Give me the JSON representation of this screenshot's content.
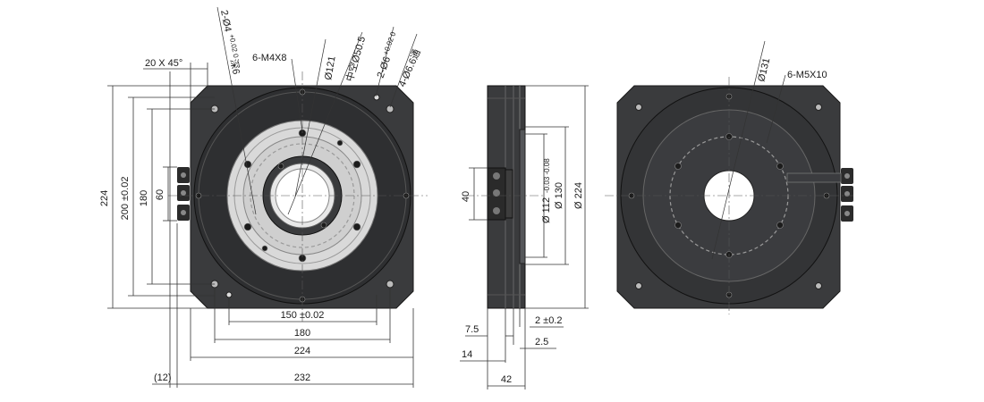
{
  "front_view": {
    "chamfer": "20 X 45°",
    "pin_holes_a_prefix": "2-Ø4",
    "pin_holes_a_tol": "+0.02  0",
    "pin_holes_a_depth": "深6",
    "tapped_holes": "6-M4X8",
    "pcd_121": "Ø121",
    "center_bore": "中空Ø50.5",
    "pin_holes_b_prefix": "2-Ø6",
    "pin_holes_b_tol": "+0.02  0",
    "through_holes": "4-Ø6.6通",
    "dim_224_v": "224",
    "dim_200": "200 ±0.02",
    "dim_180_v": "180",
    "dim_60": "60",
    "dim_150": "150 ±0.02",
    "dim_180_h": "180",
    "dim_224_h": "224",
    "dim_12": "(12)",
    "dim_232": "232"
  },
  "side_view": {
    "dim_40": "40",
    "dim_112": "Ø 112",
    "dim_112_tol": "-0.03 -0.08",
    "dim_130": "Ø 130",
    "dim_224": "Ø 224",
    "dim_2": "2 ±0.2",
    "dim_7_5": "7.5",
    "dim_2_5": "2.5",
    "dim_14": "14",
    "dim_42": "42"
  },
  "back_view": {
    "pcd_131": "Ø131",
    "tapped_holes": "6-M5X10"
  }
}
